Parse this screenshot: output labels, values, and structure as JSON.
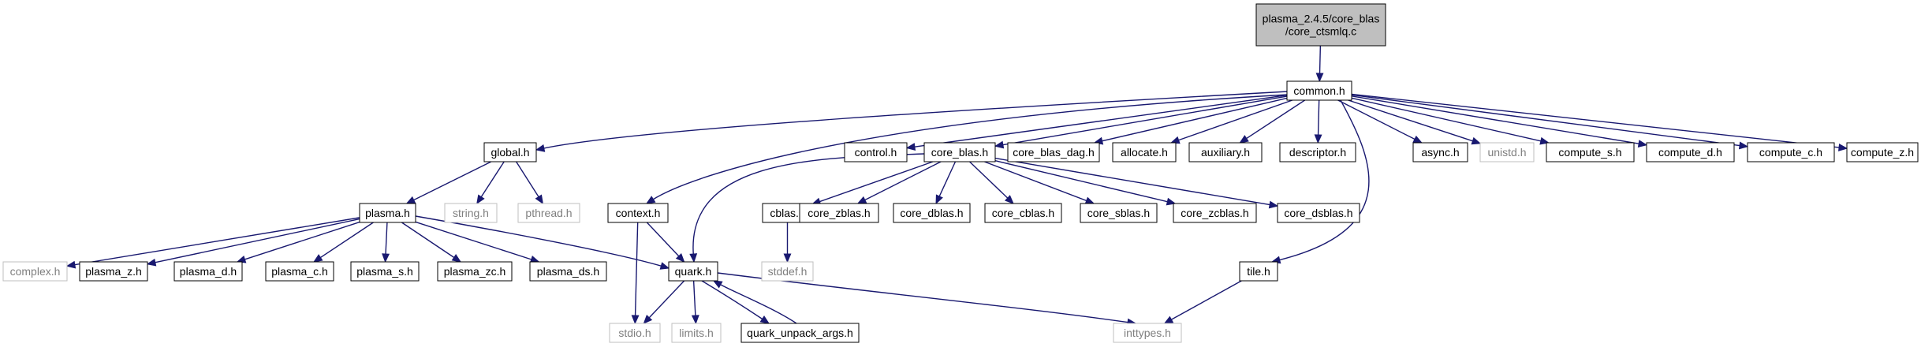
{
  "diagram": {
    "type": "include-dependency-graph",
    "root": {
      "id": "root",
      "lines": [
        "plasma_2.4.5/core_blas",
        "/core_ctsmlq.c"
      ],
      "style": "root"
    },
    "nodes": [
      {
        "id": "common",
        "label": "common.h",
        "style": "normal"
      },
      {
        "id": "global",
        "label": "global.h",
        "style": "normal"
      },
      {
        "id": "control",
        "label": "control.h",
        "style": "normal"
      },
      {
        "id": "core_blas",
        "label": "core_blas.h",
        "style": "normal"
      },
      {
        "id": "core_blas_dag",
        "label": "core_blas_dag.h",
        "style": "normal"
      },
      {
        "id": "allocate",
        "label": "allocate.h",
        "style": "normal"
      },
      {
        "id": "auxiliary",
        "label": "auxiliary.h",
        "style": "normal"
      },
      {
        "id": "descriptor",
        "label": "descriptor.h",
        "style": "normal"
      },
      {
        "id": "async",
        "label": "async.h",
        "style": "normal"
      },
      {
        "id": "unistd",
        "label": "unistd.h",
        "style": "system"
      },
      {
        "id": "compute_s",
        "label": "compute_s.h",
        "style": "normal"
      },
      {
        "id": "compute_d",
        "label": "compute_d.h",
        "style": "normal"
      },
      {
        "id": "compute_c",
        "label": "compute_c.h",
        "style": "normal"
      },
      {
        "id": "compute_z",
        "label": "compute_z.h",
        "style": "normal"
      },
      {
        "id": "plasma",
        "label": "plasma.h",
        "style": "normal"
      },
      {
        "id": "string",
        "label": "string.h",
        "style": "system"
      },
      {
        "id": "pthread",
        "label": "pthread.h",
        "style": "system"
      },
      {
        "id": "context",
        "label": "context.h",
        "style": "normal"
      },
      {
        "id": "cblas",
        "label": "cblas.h",
        "style": "normal"
      },
      {
        "id": "core_zblas",
        "label": "core_zblas.h",
        "style": "normal"
      },
      {
        "id": "core_dblas",
        "label": "core_dblas.h",
        "style": "normal"
      },
      {
        "id": "core_cblas",
        "label": "core_cblas.h",
        "style": "normal"
      },
      {
        "id": "core_sblas",
        "label": "core_sblas.h",
        "style": "normal"
      },
      {
        "id": "core_zcblas",
        "label": "core_zcblas.h",
        "style": "normal"
      },
      {
        "id": "core_dsblas",
        "label": "core_dsblas.h",
        "style": "normal"
      },
      {
        "id": "complex",
        "label": "complex.h",
        "style": "system"
      },
      {
        "id": "plasma_z",
        "label": "plasma_z.h",
        "style": "normal"
      },
      {
        "id": "plasma_d",
        "label": "plasma_d.h",
        "style": "normal"
      },
      {
        "id": "plasma_c",
        "label": "plasma_c.h",
        "style": "normal"
      },
      {
        "id": "plasma_s",
        "label": "plasma_s.h",
        "style": "normal"
      },
      {
        "id": "plasma_zc",
        "label": "plasma_zc.h",
        "style": "normal"
      },
      {
        "id": "plasma_ds",
        "label": "plasma_ds.h",
        "style": "normal"
      },
      {
        "id": "quark",
        "label": "quark.h",
        "style": "normal"
      },
      {
        "id": "stddef",
        "label": "stddef.h",
        "style": "system"
      },
      {
        "id": "tile",
        "label": "tile.h",
        "style": "normal"
      },
      {
        "id": "stdio",
        "label": "stdio.h",
        "style": "system"
      },
      {
        "id": "limits",
        "label": "limits.h",
        "style": "system"
      },
      {
        "id": "quark_unpack",
        "label": "quark_unpack_args.h",
        "style": "normal"
      },
      {
        "id": "inttypes",
        "label": "inttypes.h",
        "style": "system"
      }
    ],
    "edges": [
      [
        "root",
        "common"
      ],
      [
        "common",
        "global"
      ],
      [
        "common",
        "control"
      ],
      [
        "common",
        "core_blas"
      ],
      [
        "common",
        "core_blas_dag"
      ],
      [
        "common",
        "allocate"
      ],
      [
        "common",
        "auxiliary"
      ],
      [
        "common",
        "descriptor"
      ],
      [
        "common",
        "async"
      ],
      [
        "common",
        "unistd"
      ],
      [
        "common",
        "compute_s"
      ],
      [
        "common",
        "compute_d"
      ],
      [
        "common",
        "compute_c"
      ],
      [
        "common",
        "compute_z"
      ],
      [
        "common",
        "context"
      ],
      [
        "common",
        "tile"
      ],
      [
        "global",
        "plasma"
      ],
      [
        "global",
        "string"
      ],
      [
        "global",
        "pthread"
      ],
      [
        "plasma",
        "complex"
      ],
      [
        "plasma",
        "plasma_z"
      ],
      [
        "plasma",
        "plasma_d"
      ],
      [
        "plasma",
        "plasma_c"
      ],
      [
        "plasma",
        "plasma_s"
      ],
      [
        "plasma",
        "plasma_zc"
      ],
      [
        "plasma",
        "plasma_ds"
      ],
      [
        "plasma",
        "quark"
      ],
      [
        "core_blas",
        "cblas"
      ],
      [
        "core_blas",
        "core_zblas"
      ],
      [
        "core_blas",
        "core_dblas"
      ],
      [
        "core_blas",
        "core_cblas"
      ],
      [
        "core_blas",
        "core_sblas"
      ],
      [
        "core_blas",
        "core_zcblas"
      ],
      [
        "core_blas",
        "core_dsblas"
      ],
      [
        "core_blas",
        "quark"
      ],
      [
        "cblas",
        "stddef"
      ],
      [
        "context",
        "quark"
      ],
      [
        "context",
        "stdio"
      ],
      [
        "quark",
        "stdio"
      ],
      [
        "quark",
        "limits"
      ],
      [
        "quark",
        "quark_unpack"
      ],
      [
        "quark",
        "inttypes"
      ],
      [
        "quark_unpack",
        "quark"
      ],
      [
        "tile",
        "inttypes"
      ]
    ],
    "colors": {
      "edge": "#191970",
      "root_fill": "#bfbfbf",
      "node_border": "#000000",
      "system_border": "#bfbfbf",
      "system_text": "#7f7f7f"
    }
  }
}
